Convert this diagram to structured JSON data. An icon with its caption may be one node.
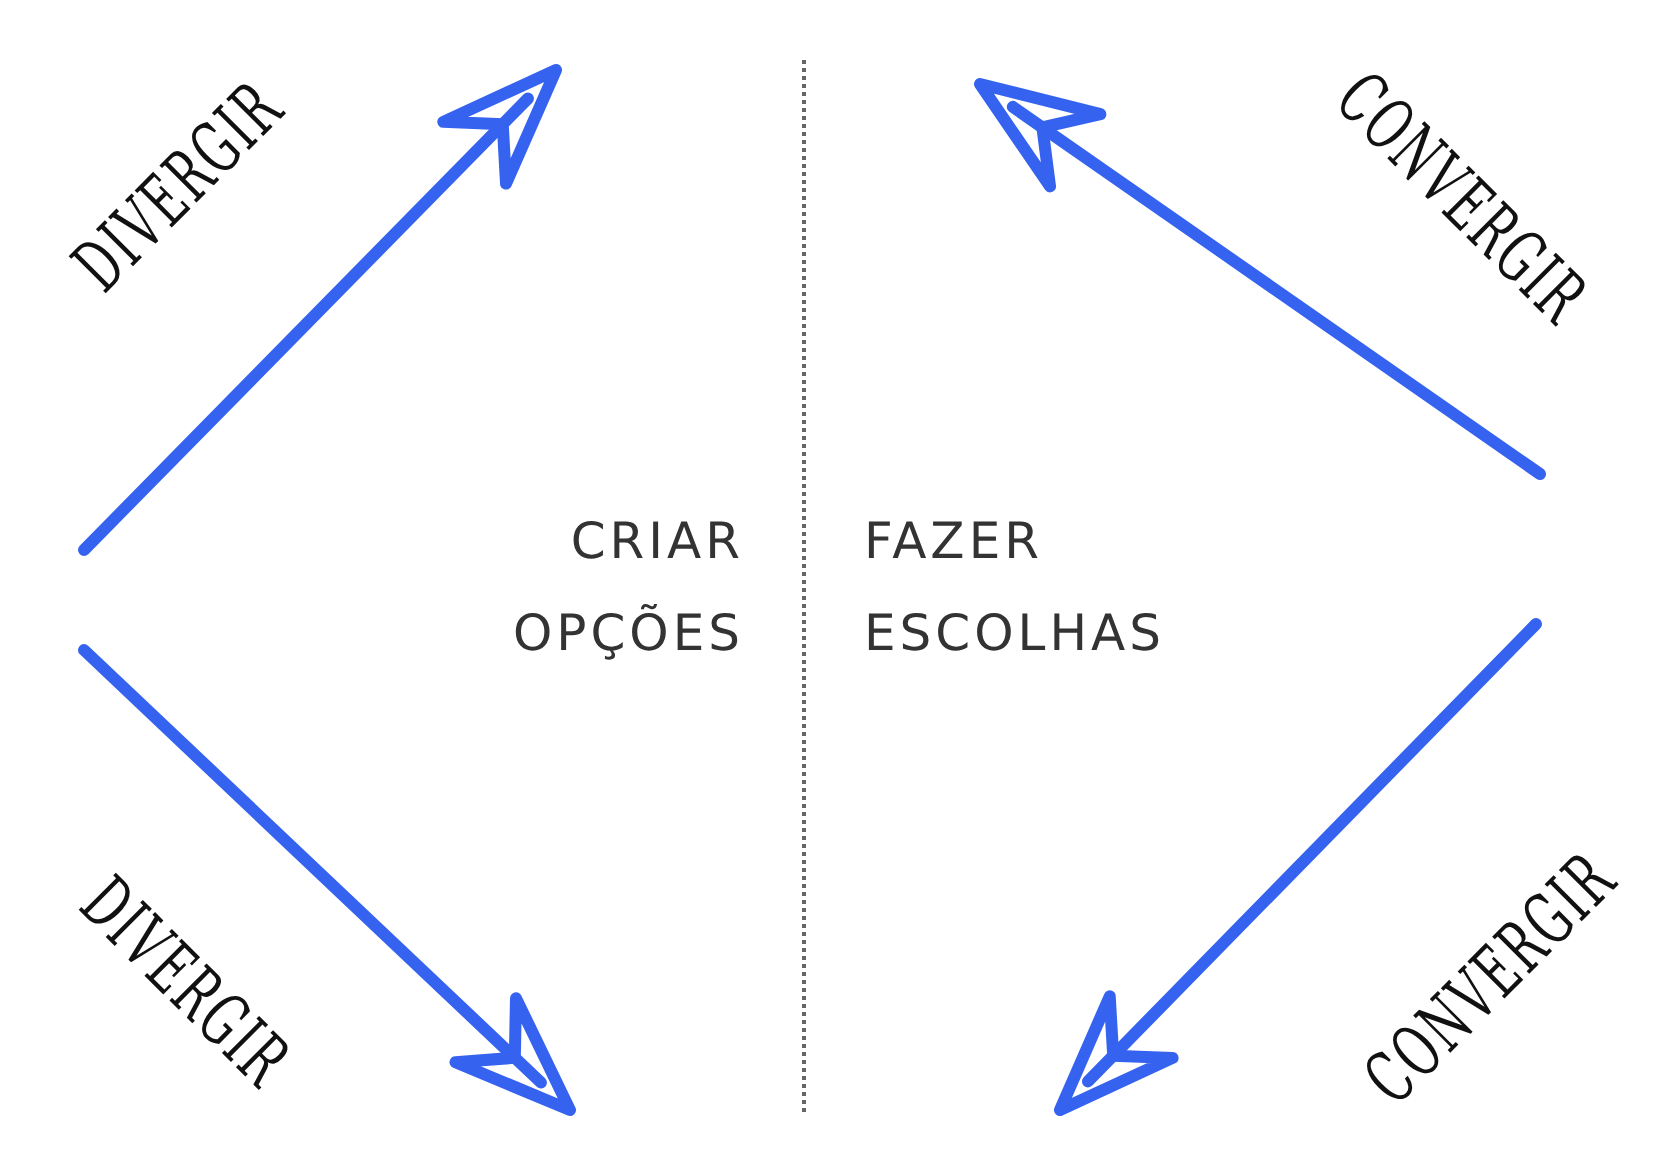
{
  "diagram": {
    "labels": [
      "DIVERGIR",
      "CONVERGIR",
      "CRIAR OPÇÕES",
      "FAZER ESCOLHAS",
      "DIVERGIR",
      "CONVERGIR"
    ]
  }
}
